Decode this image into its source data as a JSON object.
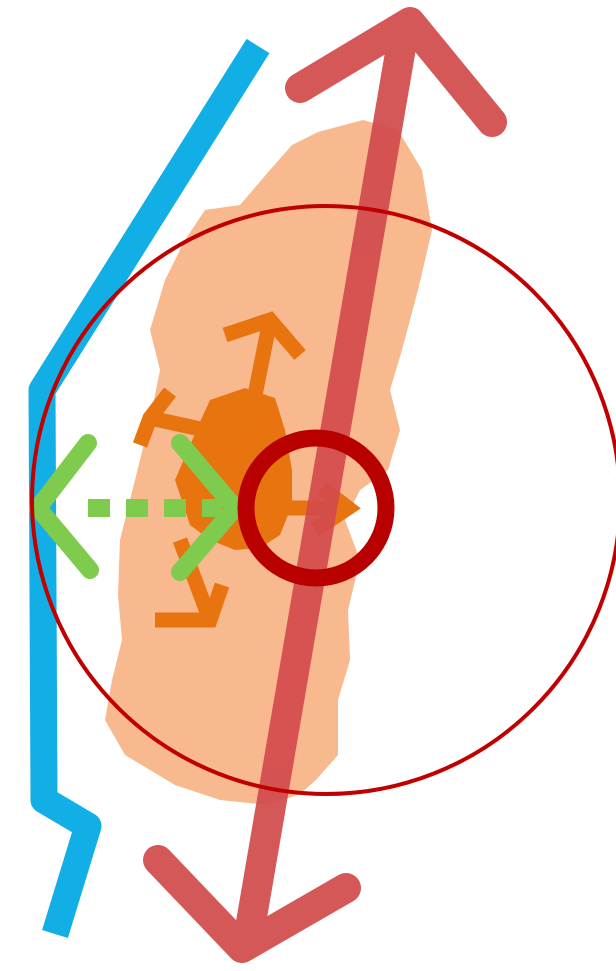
{
  "diagram": {
    "background": "#ffffff",
    "colors": {
      "blue_line": "#12aee6",
      "body_fill": "#f8b98e",
      "core_fill": "#e8740f",
      "orange_arrows": "#e8740f",
      "green_arrows": "#7fcb4d",
      "red_arrow": "#d24a4c",
      "outer_circle": "#c00000",
      "inner_circle": "#b80000"
    },
    "elements": [
      "blue-boundary-line",
      "peach-body-shape",
      "orange-core-shape",
      "orange-direction-arrows",
      "green-dashed-double-arrow",
      "red-double-headed-arrow",
      "large-circle-outline",
      "small-circle-outline"
    ]
  }
}
